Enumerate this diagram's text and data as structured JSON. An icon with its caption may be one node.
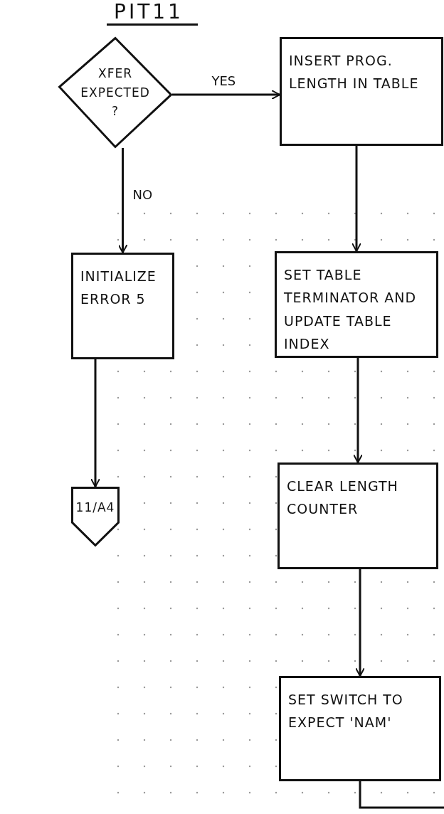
{
  "diagram": {
    "title": "PIT11",
    "nodes": [
      {
        "text": [
          "XFER EXPECTED ?"
        ]
      },
      {
        "text": [
          "INSERT PROG. LENGTH IN TABLE"
        ]
      },
      {
        "text": [
          "INITIALIZE ERROR 5"
        ]
      },
      {
        "text": [
          "11/A4"
        ]
      },
      {
        "text": [
          "SET TABLE TERMINATOR AND UPDATE TABLE INDEX"
        ]
      },
      {
        "text": [
          "CLEAR LENGTH COUNTER"
        ]
      },
      {
        "text": [
          "SET SWITCH TO EXPECT 'NAM'"
        ]
      }
    ],
    "edges": [
      {
        "from": 0,
        "to": 1,
        "arrow": "to",
        "label": "YES"
      },
      {
        "from": 0,
        "to": 2,
        "arrow": "to",
        "label": "NO"
      },
      {
        "from": 2,
        "to": 3,
        "arrow": "to"
      },
      {
        "from": 1,
        "to": 4,
        "arrow": "to"
      },
      {
        "from": 4,
        "to": 5,
        "arrow": "to"
      },
      {
        "from": 5,
        "to": 6,
        "arrow": "to"
      },
      {
        "from": 6,
        "to": null,
        "arrow": "none"
      }
    ]
  }
}
